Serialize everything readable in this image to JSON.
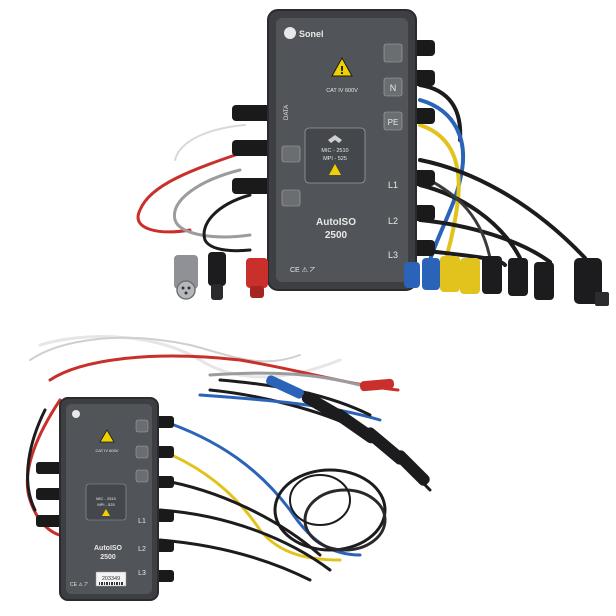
{
  "product": {
    "brand": "Sonel",
    "model_line1": "AutoISO",
    "model_line2": "2500",
    "rating": "CAT IV 600V",
    "compat_line1": "MIC - 2510",
    "compat_line2": "MPI - 525",
    "data_label": "DATA",
    "ports": [
      "L1",
      "L2",
      "L3"
    ],
    "side_ports": [
      "N",
      "PE"
    ],
    "serial": "203349",
    "marks": "CE ⚠ ⦢"
  },
  "colors": {
    "case": "#3d3f43",
    "panel": "#515459",
    "lead_red": "#c9302c",
    "lead_blue": "#2a63b8",
    "lead_yellow": "#e2c21c",
    "lead_black": "#1c1c1e",
    "lead_gray": "#9a9ca0",
    "lead_white": "#e6e6e6"
  }
}
